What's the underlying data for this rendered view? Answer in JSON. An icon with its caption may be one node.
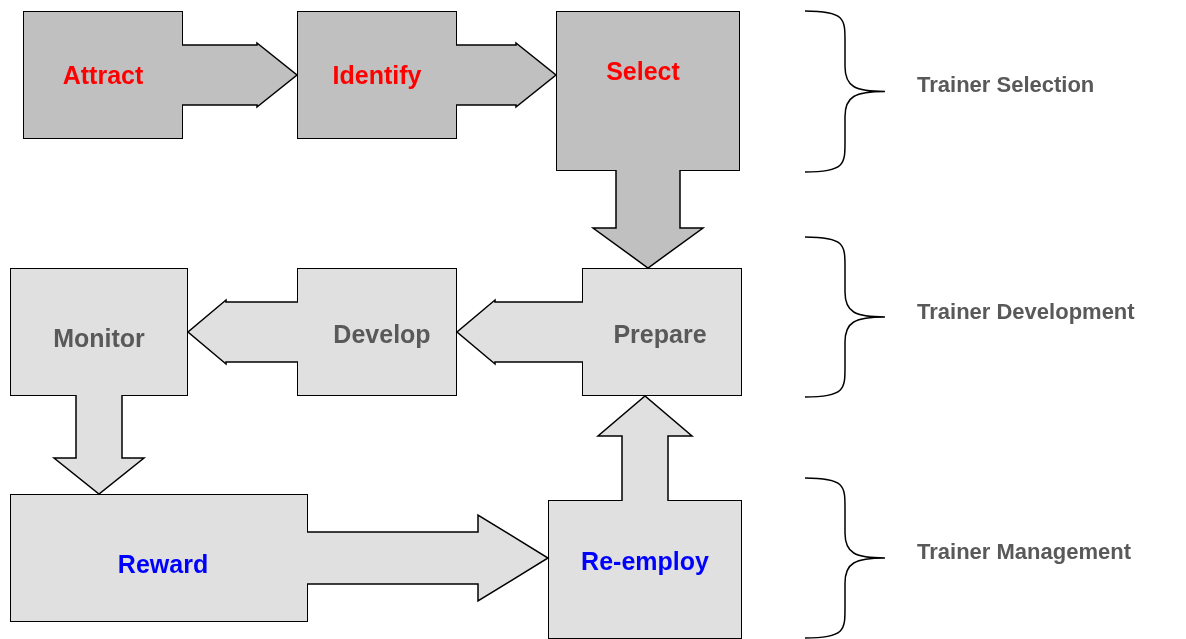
{
  "diagram": {
    "nodes": [
      {
        "text": [
          "Attract"
        ]
      },
      {
        "text": [
          "Identify"
        ]
      },
      {
        "text": [
          "Select"
        ]
      },
      {
        "text": [
          "Monitor"
        ]
      },
      {
        "text": [
          "Develop"
        ]
      },
      {
        "text": [
          "Prepare"
        ]
      },
      {
        "text": [
          "Reward"
        ]
      },
      {
        "text": [
          "Re-employ"
        ]
      }
    ],
    "edges": [
      {
        "from": 0,
        "to": 1,
        "arrow": "to",
        "color": "#c0c0c0"
      },
      {
        "from": 1,
        "to": 2,
        "arrow": "to",
        "color": "#c0c0c0"
      },
      {
        "from": 2,
        "to": 5,
        "arrow": "to",
        "color": "#c0c0c0"
      },
      {
        "from": 5,
        "to": 4,
        "arrow": "to"
      },
      {
        "from": 4,
        "to": 3,
        "arrow": "to"
      },
      {
        "from": 3,
        "to": 6,
        "arrow": "to"
      },
      {
        "from": 6,
        "to": 7,
        "arrow": "to"
      },
      {
        "from": 7,
        "to": 5,
        "arrow": "to"
      }
    ],
    "labels": [
      "Trainer Selection",
      "Trainer Development",
      "Trainer Management"
    ]
  }
}
